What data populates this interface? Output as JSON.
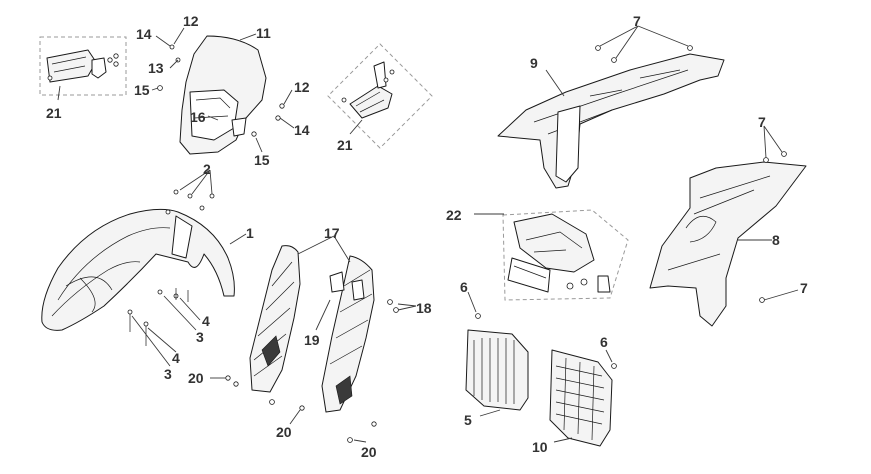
{
  "callouts": [
    {
      "id": "c1",
      "label": "1"
    },
    {
      "id": "c2",
      "label": "2"
    },
    {
      "id": "c3a",
      "label": "3"
    },
    {
      "id": "c3b",
      "label": "3"
    },
    {
      "id": "c4a",
      "label": "4"
    },
    {
      "id": "c4b",
      "label": "4"
    },
    {
      "id": "c5",
      "label": "5"
    },
    {
      "id": "c6a",
      "label": "6"
    },
    {
      "id": "c6b",
      "label": "6"
    },
    {
      "id": "c7a",
      "label": "7"
    },
    {
      "id": "c7b",
      "label": "7"
    },
    {
      "id": "c7c",
      "label": "7"
    },
    {
      "id": "c8",
      "label": "8"
    },
    {
      "id": "c9",
      "label": "9"
    },
    {
      "id": "c10",
      "label": "10"
    },
    {
      "id": "c11",
      "label": "11"
    },
    {
      "id": "c12a",
      "label": "12"
    },
    {
      "id": "c12b",
      "label": "12"
    },
    {
      "id": "c13",
      "label": "13"
    },
    {
      "id": "c14a",
      "label": "14"
    },
    {
      "id": "c14b",
      "label": "14"
    },
    {
      "id": "c15a",
      "label": "15"
    },
    {
      "id": "c15b",
      "label": "15"
    },
    {
      "id": "c16",
      "label": "16"
    },
    {
      "id": "c17",
      "label": "17"
    },
    {
      "id": "c18",
      "label": "18"
    },
    {
      "id": "c19",
      "label": "19"
    },
    {
      "id": "c20a",
      "label": "20"
    },
    {
      "id": "c20b",
      "label": "20"
    },
    {
      "id": "c20c",
      "label": "20"
    },
    {
      "id": "c21a",
      "label": "21"
    },
    {
      "id": "c21b",
      "label": "21"
    },
    {
      "id": "c22",
      "label": "22"
    }
  ]
}
